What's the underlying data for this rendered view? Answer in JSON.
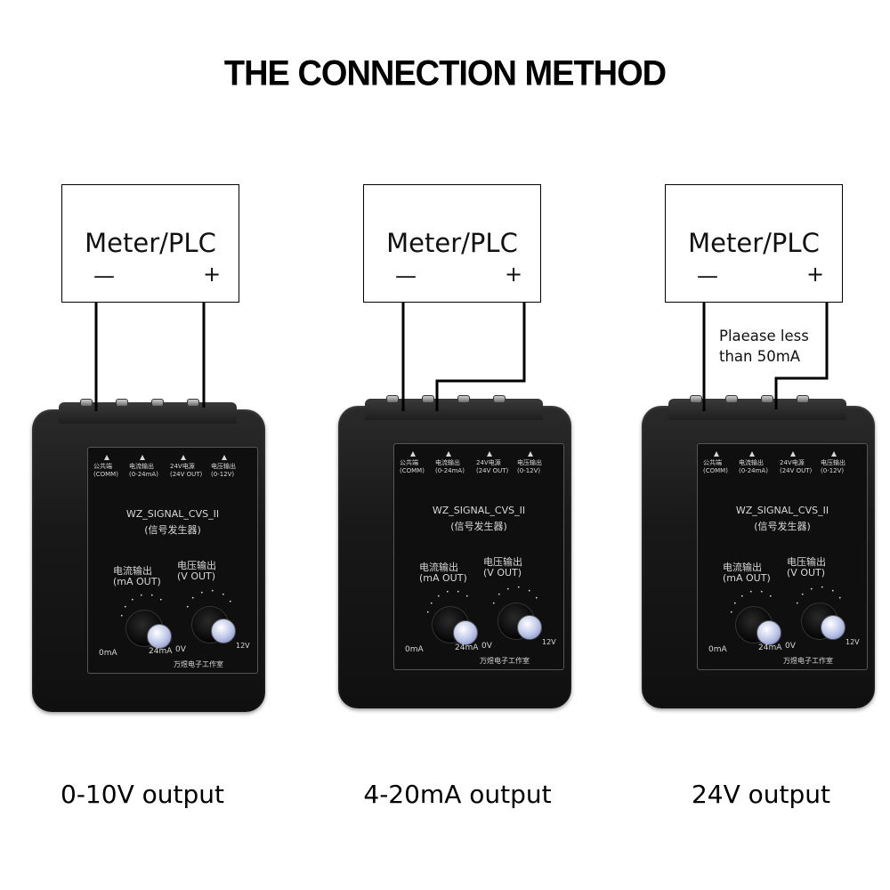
{
  "title": "THE CONNECTION METHOD",
  "panels": [
    {
      "meter": {
        "label": "Meter/PLC",
        "neg": "—",
        "pos": "+"
      },
      "device": {
        "ports": [
          "公共端\n(COMM)",
          "电流输出\n(0-24mA)",
          "24V电源\n(24V OUT)",
          "电压输出\n(0-12V)"
        ],
        "model": "WZ_SIGNAL_CVS_II",
        "model_cn": "(信号发生器)",
        "knob1_label": "电流输出\n(mA OUT)",
        "knob2_label": "电压输出\n(V OUT)",
        "scale_left": "0mA",
        "scale_mid": "24mA",
        "scale_v": "0V",
        "scale_vmax": "12V",
        "maker": "万煜电子工作室"
      },
      "caption": "0-10V output"
    },
    {
      "meter": {
        "label": "Meter/PLC",
        "neg": "—",
        "pos": "+"
      },
      "device": {
        "ports": [
          "公共端\n(COMM)",
          "电流输出\n(0-24mA)",
          "24V电源\n(24V OUT)",
          "电压输出\n(0-12V)"
        ],
        "model": "WZ_SIGNAL_CVS_II",
        "model_cn": "(信号发生器)",
        "knob1_label": "电流输出\n(mA OUT)",
        "knob2_label": "电压输出\n(V OUT)",
        "scale_left": "0mA",
        "scale_mid": "24mA",
        "scale_v": "0V",
        "scale_vmax": "12V",
        "maker": "万煜电子工作室"
      },
      "caption": "4-20mA output"
    },
    {
      "meter": {
        "label": "Meter/PLC",
        "neg": "—",
        "pos": "+"
      },
      "device": {
        "ports": [
          "公共端\n(COMM)",
          "电流输出\n(0-24mA)",
          "24V电源\n(24V OUT)",
          "电压输出\n(0-12V)"
        ],
        "model": "WZ_SIGNAL_CVS_II",
        "model_cn": "(信号发生器)",
        "knob1_label": "电流输出\n(mA OUT)",
        "knob2_label": "电压输出\n(V OUT)",
        "scale_left": "0mA",
        "scale_mid": "24mA",
        "scale_v": "0V",
        "scale_vmax": "12V",
        "maker": "万煜电子工作室"
      },
      "caption": "24V output",
      "note": [
        "Plaease less",
        "than 50mA"
      ]
    }
  ]
}
